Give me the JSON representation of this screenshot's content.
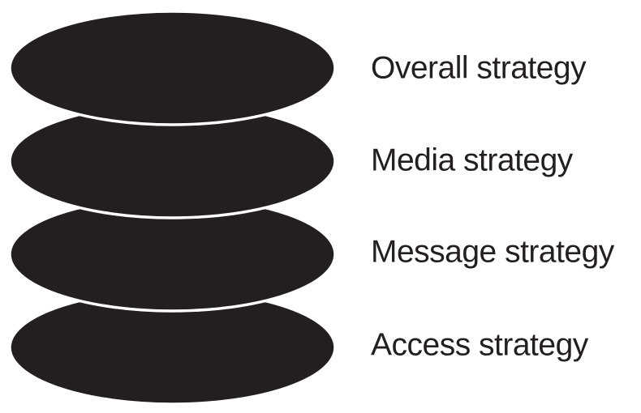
{
  "diagram": {
    "type": "stacked-layers",
    "layers": [
      {
        "id": "overall",
        "label": "Overall strategy"
      },
      {
        "id": "media",
        "label": "Media strategy"
      },
      {
        "id": "message",
        "label": "Message strategy"
      },
      {
        "id": "access",
        "label": "Access strategy"
      }
    ],
    "colors": {
      "layer_fill": "#231f20",
      "layer_separator": "#ffffff",
      "label_text": "#231f20",
      "background": "#ffffff"
    }
  }
}
